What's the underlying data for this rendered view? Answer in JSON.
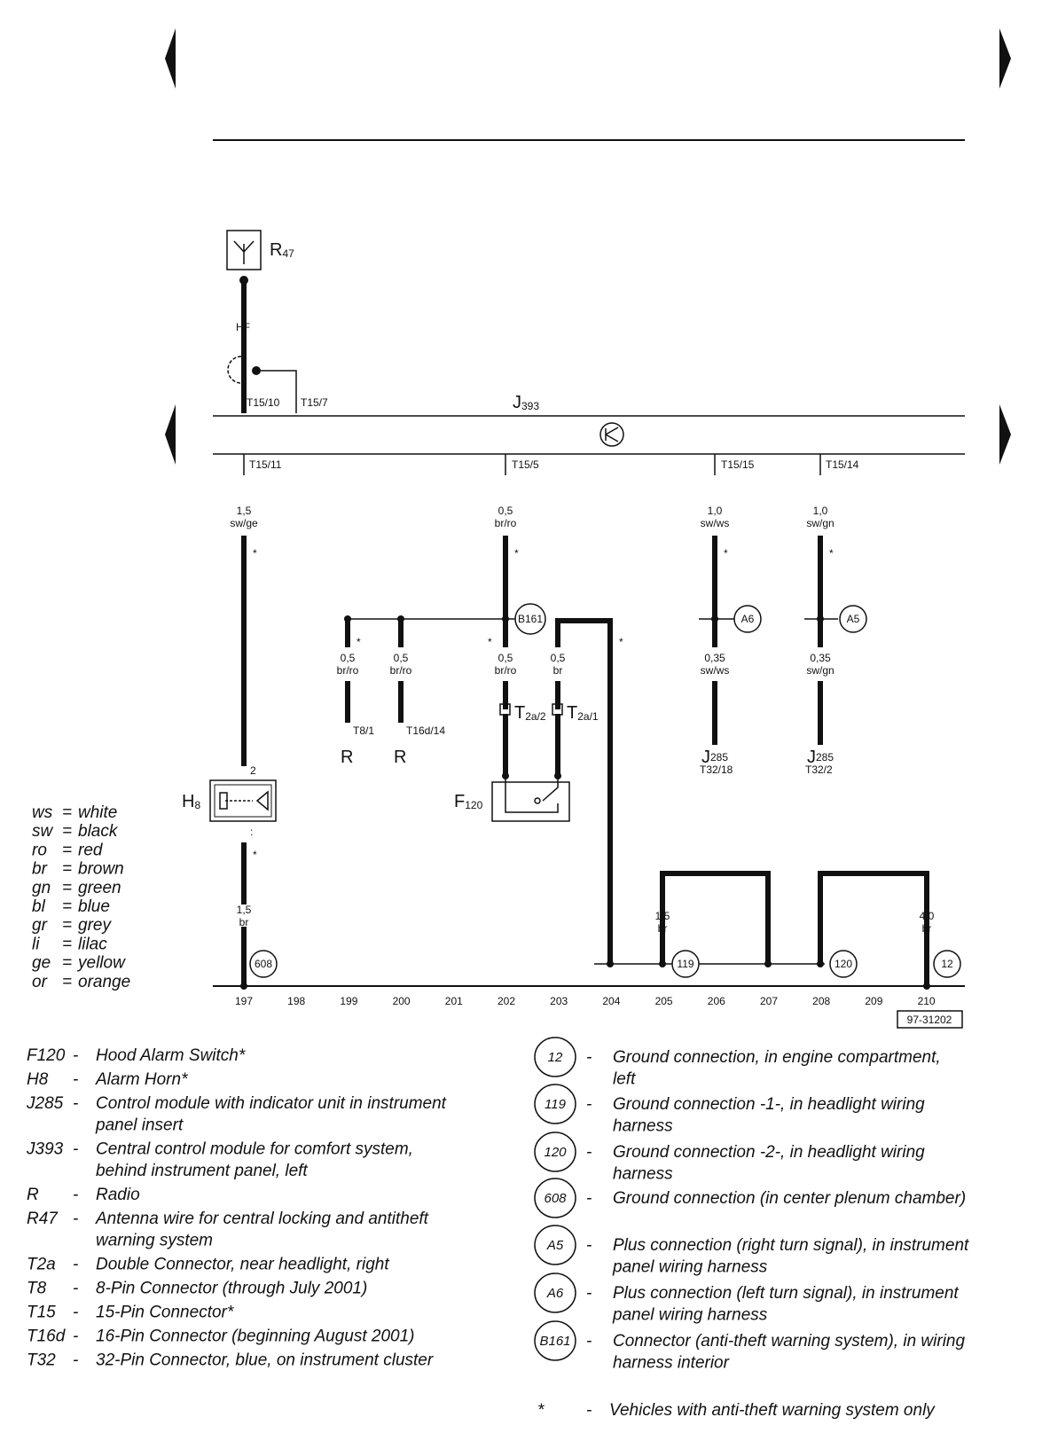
{
  "modules": {
    "antenna": {
      "name": "R",
      "sub": "47"
    },
    "central": {
      "name": "J",
      "sub": "393"
    },
    "horn": {
      "name": "H",
      "sub": "8"
    },
    "hood_switch": {
      "name": "F",
      "sub": "120"
    },
    "radio": "R",
    "j285": {
      "name": "J",
      "sub": "285"
    }
  },
  "wire_labels": {
    "hf": "HF",
    "t15_10": "T15/10",
    "t15_7": "T15/7",
    "t15_11": "T15/11",
    "t15_5": "T15/5",
    "t15_15": "T15/15",
    "t15_14": "T15/14",
    "w197_size": "1,5",
    "w197_color": "sw/ge",
    "w202_size": "0,5",
    "w202_color": "br/ro",
    "w206_size": "1,0",
    "w206_color": "sw/ws",
    "w208_size": "1,0",
    "w208_color": "sw/gn",
    "w199_size": "0,5",
    "w199_color": "br/ro",
    "w200_size": "0,5",
    "w200_color": "br/ro",
    "w202b_size": "0,5",
    "w202b_color": "br/ro",
    "w203_size": "0,5",
    "w203_color": "br",
    "w206b_size": "0,35",
    "w206b_color": "sw/ws",
    "w208b_size": "0,35",
    "w208b_color": "sw/gn",
    "t8_1": "T8/1",
    "t16d_14": "T16d/14",
    "t2a2": "T",
    "t2a2_sub": "2a/2",
    "t2a1": "T",
    "t2a1_sub": "2a/1",
    "t32_18": "T32/18",
    "t32_2": "T32/2",
    "horn_pin2": "2",
    "w197b_size": "1,5",
    "w197b_color": "br",
    "w205_size": "1,5",
    "w205_color": "br",
    "w210_size": "4,0",
    "w210_color": "br",
    "star": "*"
  },
  "nodes": {
    "b161": "B161",
    "a6": "A6",
    "a5": "A5",
    "g608": "608",
    "g119": "119",
    "g120": "120",
    "g12": "12"
  },
  "columns": [
    "197",
    "198",
    "199",
    "200",
    "201",
    "202",
    "203",
    "204",
    "205",
    "206",
    "207",
    "208",
    "209",
    "210"
  ],
  "diagram_id": "97-31202",
  "color_legend": [
    {
      "code": "ws",
      "eq": "=",
      "name": "white"
    },
    {
      "code": "sw",
      "eq": "=",
      "name": "black"
    },
    {
      "code": "ro",
      "eq": "=",
      "name": "red"
    },
    {
      "code": "br",
      "eq": "=",
      "name": "brown"
    },
    {
      "code": "gn",
      "eq": "=",
      "name": "green"
    },
    {
      "code": "bl",
      "eq": "=",
      "name": "blue"
    },
    {
      "code": "gr",
      "eq": "=",
      "name": "grey"
    },
    {
      "code": "li",
      "eq": "=",
      "name": "lilac"
    },
    {
      "code": "ge",
      "eq": "=",
      "name": "yellow"
    },
    {
      "code": "or",
      "eq": "=",
      "name": "orange"
    }
  ],
  "component_key": [
    {
      "code": "F120",
      "dash": "-",
      "lines": [
        "Hood Alarm Switch*"
      ]
    },
    {
      "code": "H8",
      "dash": "-",
      "lines": [
        "Alarm Horn*"
      ]
    },
    {
      "code": "J285",
      "dash": "-",
      "lines": [
        "Control module with indicator unit in instrument",
        "panel insert"
      ]
    },
    {
      "code": "J393",
      "dash": "-",
      "lines": [
        "Central control module for comfort system,",
        "behind instrument panel, left"
      ]
    },
    {
      "code": "R",
      "dash": "-",
      "lines": [
        "Radio"
      ]
    },
    {
      "code": "R47",
      "dash": "-",
      "lines": [
        "Antenna wire for central locking and antitheft",
        "warning system"
      ]
    },
    {
      "code": "T2a",
      "dash": "-",
      "lines": [
        "Double Connector, near headlight, right"
      ]
    },
    {
      "code": "T8",
      "dash": "-",
      "lines": [
        "8-Pin Connector (through July 2001)"
      ]
    },
    {
      "code": "T15",
      "dash": "-",
      "lines": [
        "15-Pin Connector*"
      ]
    },
    {
      "code": "T16d",
      "dash": "-",
      "lines": [
        "16-Pin Connector (beginning August 2001)"
      ]
    },
    {
      "code": "T32",
      "dash": "-",
      "lines": [
        "32-Pin Connector, blue, on instrument cluster"
      ]
    }
  ],
  "connection_key": [
    {
      "code": "12",
      "dash": "-",
      "lines": [
        "Ground connection, in engine compartment,",
        "left"
      ]
    },
    {
      "code": "119",
      "dash": "-",
      "lines": [
        "Ground connection -1-, in headlight wiring",
        "harness"
      ]
    },
    {
      "code": "120",
      "dash": "-",
      "lines": [
        "Ground connection -2-, in headlight wiring",
        "harness"
      ]
    },
    {
      "code": "608",
      "dash": "-",
      "lines": [
        "Ground connection (in center plenum chamber)"
      ]
    },
    {
      "code": "A5",
      "dash": "-",
      "lines": [
        "Plus connection (right turn signal), in instrument",
        "panel wiring harness"
      ]
    },
    {
      "code": "A6",
      "dash": "-",
      "lines": [
        "Plus connection (left turn signal), in instrument",
        "panel wiring harness"
      ]
    },
    {
      "code": "B161",
      "dash": "-",
      "lines": [
        "Connector (anti-theft warning system), in wiring",
        "harness interior"
      ]
    }
  ],
  "footnote": {
    "symbol": "*",
    "dash": "-",
    "text": "Vehicles with anti-theft warning system only"
  }
}
